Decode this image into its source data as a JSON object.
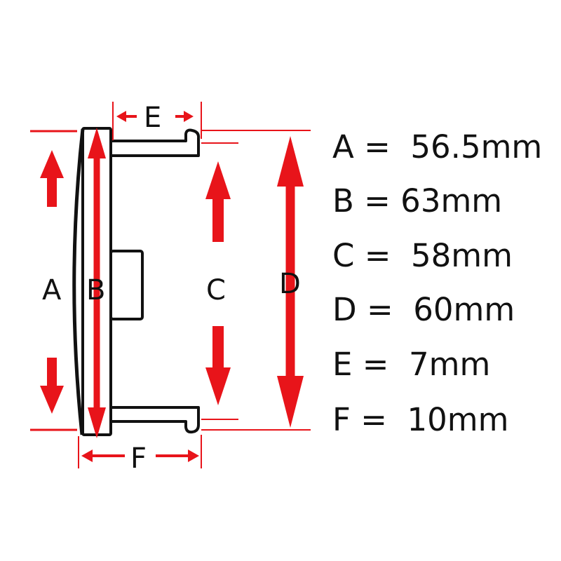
{
  "colors": {
    "outline": "#111111",
    "dimension": "#e8141a",
    "background": "#ffffff"
  },
  "labels": {
    "a": "A",
    "b": "B",
    "c": "C",
    "d": "D",
    "e": "E",
    "f": "F"
  },
  "specs": [
    {
      "text": "A =  56.5mm"
    },
    {
      "text": "B = 63mm"
    },
    {
      "text": "C =  58mm"
    },
    {
      "text": "D =  60mm"
    },
    {
      "text": "E =  7mm"
    },
    {
      "text": "F =  10mm"
    }
  ]
}
